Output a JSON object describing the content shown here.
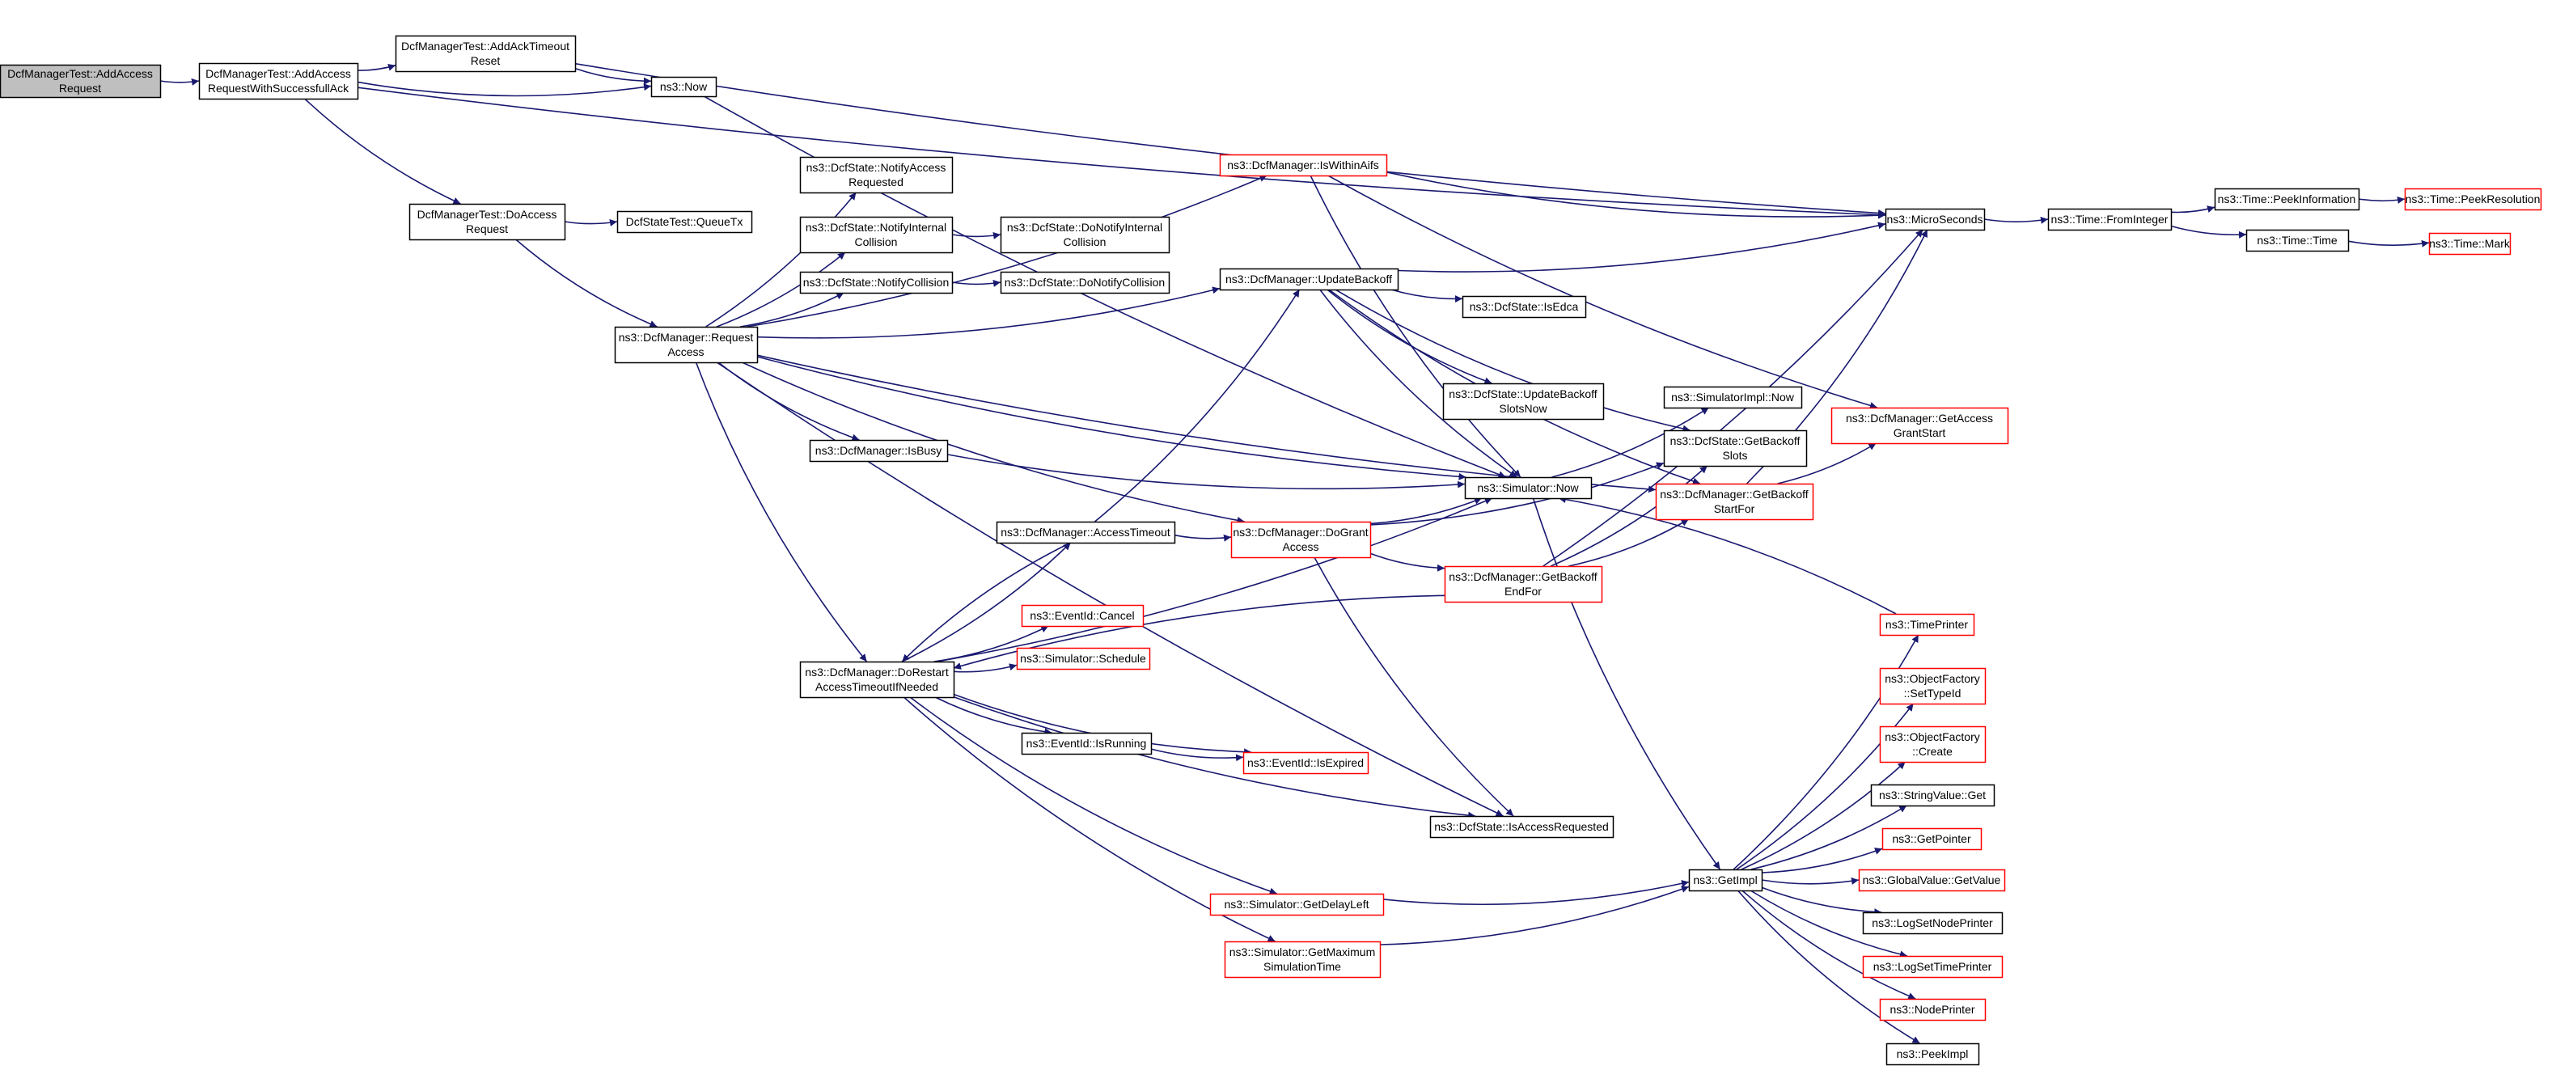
{
  "colors": {
    "edge": "#191970",
    "border_normal": "#000000",
    "border_truncated": "#ff0000",
    "root_fill": "#bfbfbf",
    "fill": "#ffffff"
  },
  "nodes": [
    {
      "id": "root",
      "lines": [
        "DcfManagerTest::AddAccess",
        "Request"
      ],
      "style": "root"
    },
    {
      "id": "addAccessSucc",
      "lines": [
        "DcfManagerTest::AddAccess",
        "RequestWithSuccessfullAck"
      ],
      "style": "normal"
    },
    {
      "id": "addAckTimeout",
      "lines": [
        "DcfManagerTest::AddAckTimeout",
        "Reset"
      ],
      "style": "normal"
    },
    {
      "id": "ns3Now",
      "lines": [
        "ns3::Now"
      ],
      "style": "normal"
    },
    {
      "id": "doAccessRequest",
      "lines": [
        "DcfManagerTest::DoAccess",
        "Request"
      ],
      "style": "normal"
    },
    {
      "id": "queueTx",
      "lines": [
        "DcfStateTest::QueueTx"
      ],
      "style": "normal"
    },
    {
      "id": "requestAccess",
      "lines": [
        "ns3::DcfManager::Request",
        "Access"
      ],
      "style": "normal"
    },
    {
      "id": "notifyAccess",
      "lines": [
        "ns3::DcfState::NotifyAccess",
        "Requested"
      ],
      "style": "normal"
    },
    {
      "id": "notifyInternal",
      "lines": [
        "ns3::DcfState::NotifyInternal",
        "Collision"
      ],
      "style": "normal"
    },
    {
      "id": "doNotifyInternal",
      "lines": [
        "ns3::DcfState::DoNotifyInternal",
        "Collision"
      ],
      "style": "normal"
    },
    {
      "id": "notifyCollision",
      "lines": [
        "ns3::DcfState::NotifyCollision"
      ],
      "style": "normal"
    },
    {
      "id": "doNotifyCollision",
      "lines": [
        "ns3::DcfState::DoNotifyCollision"
      ],
      "style": "normal"
    },
    {
      "id": "isWithinAifs",
      "lines": [
        "ns3::DcfManager::IsWithinAifs"
      ],
      "style": "truncated"
    },
    {
      "id": "updateBackoff",
      "lines": [
        "ns3::DcfManager::UpdateBackoff"
      ],
      "style": "normal"
    },
    {
      "id": "isEdca",
      "lines": [
        "ns3::DcfState::IsEdca"
      ],
      "style": "normal"
    },
    {
      "id": "updateBackoffSlots",
      "lines": [
        "ns3::DcfState::UpdateBackoff",
        "SlotsNow"
      ],
      "style": "normal"
    },
    {
      "id": "isBusy",
      "lines": [
        "ns3::DcfManager::IsBusy"
      ],
      "style": "normal"
    },
    {
      "id": "simNow",
      "lines": [
        "ns3::Simulator::Now"
      ],
      "style": "normal"
    },
    {
      "id": "simImplNow",
      "lines": [
        "ns3::SimulatorImpl::Now"
      ],
      "style": "normal"
    },
    {
      "id": "getBackoffSlots",
      "lines": [
        "ns3::DcfState::GetBackoff",
        "Slots"
      ],
      "style": "normal"
    },
    {
      "id": "getBackoffStart",
      "lines": [
        "ns3::DcfManager::GetBackoff",
        "StartFor"
      ],
      "style": "truncated"
    },
    {
      "id": "accessTimeout",
      "lines": [
        "ns3::DcfManager::AccessTimeout"
      ],
      "style": "normal"
    },
    {
      "id": "doGrantAccess",
      "lines": [
        "ns3::DcfManager::DoGrant",
        "Access"
      ],
      "style": "truncated"
    },
    {
      "id": "getBackoffEnd",
      "lines": [
        "ns3::DcfManager::GetBackoff",
        "EndFor"
      ],
      "style": "truncated"
    },
    {
      "id": "doRestart",
      "lines": [
        "ns3::DcfManager::DoRestart",
        "AccessTimeoutIfNeeded"
      ],
      "style": "normal"
    },
    {
      "id": "eventCancel",
      "lines": [
        "ns3::EventId::Cancel"
      ],
      "style": "truncated"
    },
    {
      "id": "simSchedule",
      "lines": [
        "ns3::Simulator::Schedule"
      ],
      "style": "truncated"
    },
    {
      "id": "eventIsRunning",
      "lines": [
        "ns3::EventId::IsRunning"
      ],
      "style": "normal"
    },
    {
      "id": "eventIsExpired",
      "lines": [
        "ns3::EventId::IsExpired"
      ],
      "style": "truncated"
    },
    {
      "id": "isAccessRequested",
      "lines": [
        "ns3::DcfState::IsAccessRequested"
      ],
      "style": "normal"
    },
    {
      "id": "getDelayLeft",
      "lines": [
        "ns3::Simulator::GetDelayLeft"
      ],
      "style": "truncated"
    },
    {
      "id": "getMaxSimTime",
      "lines": [
        "ns3::Simulator::GetMaximum",
        "SimulationTime"
      ],
      "style": "truncated"
    },
    {
      "id": "getImpl",
      "lines": [
        "ns3::GetImpl"
      ],
      "style": "normal"
    },
    {
      "id": "microSeconds",
      "lines": [
        "ns3::MicroSeconds"
      ],
      "style": "normal"
    },
    {
      "id": "getAccessGrant",
      "lines": [
        "ns3::DcfManager::GetAccess",
        "GrantStart"
      ],
      "style": "truncated"
    },
    {
      "id": "fromInteger",
      "lines": [
        "ns3::Time::FromInteger"
      ],
      "style": "normal"
    },
    {
      "id": "peekInformation",
      "lines": [
        "ns3::Time::PeekInformation"
      ],
      "style": "normal"
    },
    {
      "id": "peekResolution",
      "lines": [
        "ns3::Time::PeekResolution"
      ],
      "style": "truncated"
    },
    {
      "id": "timeTime",
      "lines": [
        "ns3::Time::Time"
      ],
      "style": "normal"
    },
    {
      "id": "timeMark",
      "lines": [
        "ns3::Time::Mark"
      ],
      "style": "truncated"
    },
    {
      "id": "timePrinter",
      "lines": [
        "ns3::TimePrinter"
      ],
      "style": "truncated"
    },
    {
      "id": "setTypeId",
      "lines": [
        "ns3::ObjectFactory",
        "::SetTypeId"
      ],
      "style": "truncated"
    },
    {
      "id": "ofCreate",
      "lines": [
        "ns3::ObjectFactory",
        "::Create"
      ],
      "style": "truncated"
    },
    {
      "id": "stringGet",
      "lines": [
        "ns3::StringValue::Get"
      ],
      "style": "normal"
    },
    {
      "id": "getPointer",
      "lines": [
        "ns3::GetPointer"
      ],
      "style": "truncated"
    },
    {
      "id": "globalGetValue",
      "lines": [
        "ns3::GlobalValue::GetValue"
      ],
      "style": "truncated"
    },
    {
      "id": "logNodePrinter",
      "lines": [
        "ns3::LogSetNodePrinter"
      ],
      "style": "normal"
    },
    {
      "id": "logTimePrinter",
      "lines": [
        "ns3::LogSetTimePrinter"
      ],
      "style": "truncated"
    },
    {
      "id": "nodePrinter",
      "lines": [
        "ns3::NodePrinter"
      ],
      "style": "truncated"
    },
    {
      "id": "peekImpl",
      "lines": [
        "ns3::PeekImpl"
      ],
      "style": "normal"
    }
  ],
  "edges": [
    [
      "root",
      "addAccessSucc"
    ],
    [
      "addAccessSucc",
      "addAckTimeout"
    ],
    [
      "addAccessSucc",
      "ns3Now"
    ],
    [
      "addAccessSucc",
      "microSeconds"
    ],
    [
      "addAccessSucc",
      "doAccessRequest"
    ],
    [
      "addAckTimeout",
      "ns3Now"
    ],
    [
      "addAckTimeout",
      "microSeconds"
    ],
    [
      "ns3Now",
      "simNow"
    ],
    [
      "doAccessRequest",
      "queueTx"
    ],
    [
      "doAccessRequest",
      "requestAccess"
    ],
    [
      "requestAccess",
      "notifyAccess"
    ],
    [
      "requestAccess",
      "notifyInternal"
    ],
    [
      "requestAccess",
      "notifyCollision"
    ],
    [
      "requestAccess",
      "isWithinAifs"
    ],
    [
      "requestAccess",
      "updateBackoff"
    ],
    [
      "requestAccess",
      "isBusy"
    ],
    [
      "requestAccess",
      "simNow"
    ],
    [
      "requestAccess",
      "getBackoffStart"
    ],
    [
      "requestAccess",
      "doGrantAccess"
    ],
    [
      "requestAccess",
      "doRestart"
    ],
    [
      "requestAccess",
      "isAccessRequested"
    ],
    [
      "notifyInternal",
      "doNotifyInternal"
    ],
    [
      "notifyCollision",
      "doNotifyCollision"
    ],
    [
      "isWithinAifs",
      "microSeconds"
    ],
    [
      "isWithinAifs",
      "simNow"
    ],
    [
      "isWithinAifs",
      "getAccessGrant"
    ],
    [
      "updateBackoff",
      "isEdca"
    ],
    [
      "updateBackoff",
      "updateBackoffSlots"
    ],
    [
      "updateBackoff",
      "microSeconds"
    ],
    [
      "updateBackoff",
      "simNow"
    ],
    [
      "updateBackoff",
      "getBackoffSlots"
    ],
    [
      "updateBackoff",
      "getBackoffStart"
    ],
    [
      "isBusy",
      "simNow"
    ],
    [
      "simNow",
      "simImplNow"
    ],
    [
      "simNow",
      "getImpl"
    ],
    [
      "accessTimeout",
      "updateBackoff"
    ],
    [
      "accessTimeout",
      "doGrantAccess"
    ],
    [
      "accessTimeout",
      "doRestart"
    ],
    [
      "doGrantAccess",
      "simNow"
    ],
    [
      "doGrantAccess",
      "getBackoffSlots"
    ],
    [
      "doGrantAccess",
      "getBackoffEnd"
    ],
    [
      "doGrantAccess",
      "isAccessRequested"
    ],
    [
      "getBackoffEnd",
      "getBackoffSlots"
    ],
    [
      "getBackoffEnd",
      "getBackoffStart"
    ],
    [
      "getBackoffEnd",
      "microSeconds"
    ],
    [
      "getBackoffEnd",
      "doRestart"
    ],
    [
      "getBackoffStart",
      "getAccessGrant"
    ],
    [
      "getBackoffStart",
      "microSeconds"
    ],
    [
      "doRestart",
      "accessTimeout"
    ],
    [
      "doRestart",
      "simNow"
    ],
    [
      "doRestart",
      "eventCancel"
    ],
    [
      "doRestart",
      "simSchedule"
    ],
    [
      "doRestart",
      "eventIsRunning"
    ],
    [
      "doRestart",
      "eventIsExpired"
    ],
    [
      "doRestart",
      "isAccessRequested"
    ],
    [
      "doRestart",
      "getDelayLeft"
    ],
    [
      "doRestart",
      "getMaxSimTime"
    ],
    [
      "eventIsRunning",
      "eventIsExpired"
    ],
    [
      "getDelayLeft",
      "getImpl"
    ],
    [
      "getMaxSimTime",
      "getImpl"
    ],
    [
      "getImpl",
      "timePrinter"
    ],
    [
      "getImpl",
      "setTypeId"
    ],
    [
      "getImpl",
      "ofCreate"
    ],
    [
      "getImpl",
      "stringGet"
    ],
    [
      "getImpl",
      "getPointer"
    ],
    [
      "getImpl",
      "globalGetValue"
    ],
    [
      "getImpl",
      "logNodePrinter"
    ],
    [
      "getImpl",
      "logTimePrinter"
    ],
    [
      "getImpl",
      "nodePrinter"
    ],
    [
      "getImpl",
      "peekImpl"
    ],
    [
      "timePrinter",
      "simNow"
    ],
    [
      "microSeconds",
      "fromInteger"
    ],
    [
      "fromInteger",
      "peekInformation"
    ],
    [
      "fromInteger",
      "timeTime"
    ],
    [
      "peekInformation",
      "peekResolution"
    ],
    [
      "timeTime",
      "timeMark"
    ]
  ]
}
